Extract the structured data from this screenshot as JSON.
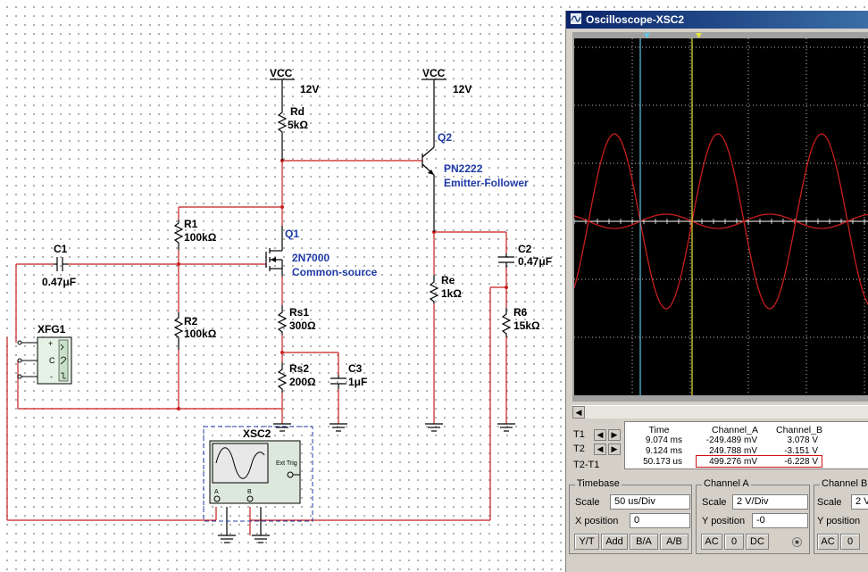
{
  "schematic": {
    "vcc1": "VCC",
    "vcc1_value": "12V",
    "vcc2": "VCC",
    "vcc2_value": "12V",
    "rd": "Rd",
    "rd_value": "5kΩ",
    "q2": "Q2",
    "q2_model": "PN2222",
    "q2_desc": "Emitter-Follower",
    "r1": "R1",
    "r1_value": "100kΩ",
    "q1": "Q1",
    "q1_model": "2N7000",
    "q1_desc": "Common-source",
    "c1": "C1",
    "c1_value": "0.47μF",
    "c2": "C2",
    "c2_value": "0.47μF",
    "r2": "R2",
    "r2_value": "100kΩ",
    "re": "Re",
    "re_value": "1kΩ",
    "rs1": "Rs1",
    "rs1_value": "300Ω",
    "rs2": "Rs2",
    "rs2_value": "200Ω",
    "c3": "C3",
    "c3_value": "1μF",
    "r6": "R6",
    "r6_value": "15kΩ",
    "xfg1": "XFG1",
    "xsc2": "XSC2",
    "xsc2_ext_trig": "Ext Trig",
    "xsc2_ch_a": "A",
    "xsc2_ch_b": "B"
  },
  "oscilloscope": {
    "title": "Oscilloscope-XSC2",
    "colors": {
      "trace": "#c81e1e",
      "cursor1": "#5fc8e6",
      "cursor2": "#e8e23a",
      "grid": "#ffffff"
    },
    "measurements": {
      "headers": {
        "time": "Time",
        "channel_a": "Channel_A",
        "channel_b": "Channel_B"
      },
      "rows": [
        {
          "label": "T1",
          "time": "9.074 ms",
          "channel_a": "-249.489 mV",
          "channel_b": "3.078 V"
        },
        {
          "label": "T2",
          "time": "9.124 ms",
          "channel_a": "249.788 mV",
          "channel_b": "-3.151 V"
        },
        {
          "label": "T2-T1",
          "time": "50.173 us",
          "channel_a": "499.276 mV",
          "channel_b": "-6.228 V"
        }
      ]
    },
    "timebase": {
      "title": "Timebase",
      "scale_label": "Scale",
      "scale_value": "50 us/Div",
      "xpos_label": "X position",
      "xpos_value": "0",
      "buttons": [
        "Y/T",
        "Add",
        "B/A",
        "A/B"
      ]
    },
    "channel_a": {
      "title": "Channel A",
      "scale_label": "Scale",
      "scale_value": "2  V/Div",
      "ypos_label": "Y position",
      "ypos_value": "-0",
      "buttons": [
        "AC",
        "0",
        "DC"
      ]
    },
    "channel_b": {
      "title": "Channel B",
      "scale_label": "Scale",
      "scale_value": "2  V",
      "ypos_label": "Y position",
      "buttons": [
        "AC",
        "0"
      ]
    }
  }
}
